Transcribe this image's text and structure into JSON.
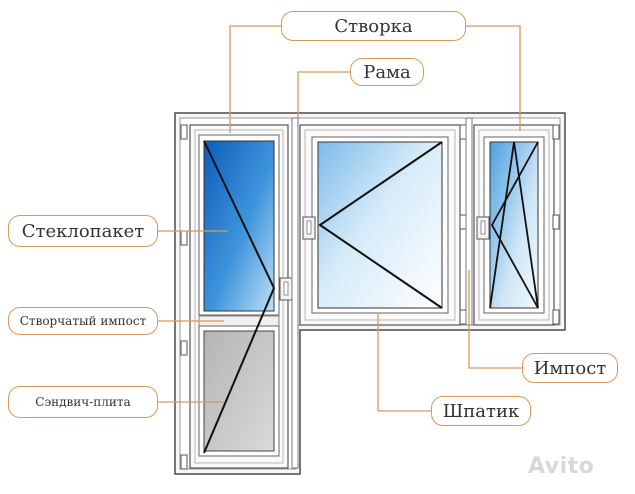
{
  "labels": {
    "stvorka": "Створка",
    "rama": "Рама",
    "steklopaket": "Стеклопакет",
    "stvorchatyi_impost": "Створчатый импост",
    "sendvich": "Сэндвич-плита",
    "impost": "Импост",
    "shpatik": "Шпатик"
  },
  "watermark": "Avito",
  "colors": {
    "callout_border": "#d9995a",
    "leader_line": "#d9995a",
    "frame": "#ffffff",
    "frame_stroke": "#555555",
    "glass_blue": "#1e73c8",
    "glass_light": "#e8f3fc",
    "sandwich_panel": "#c8c8c8",
    "opening_lines": "#111111"
  }
}
